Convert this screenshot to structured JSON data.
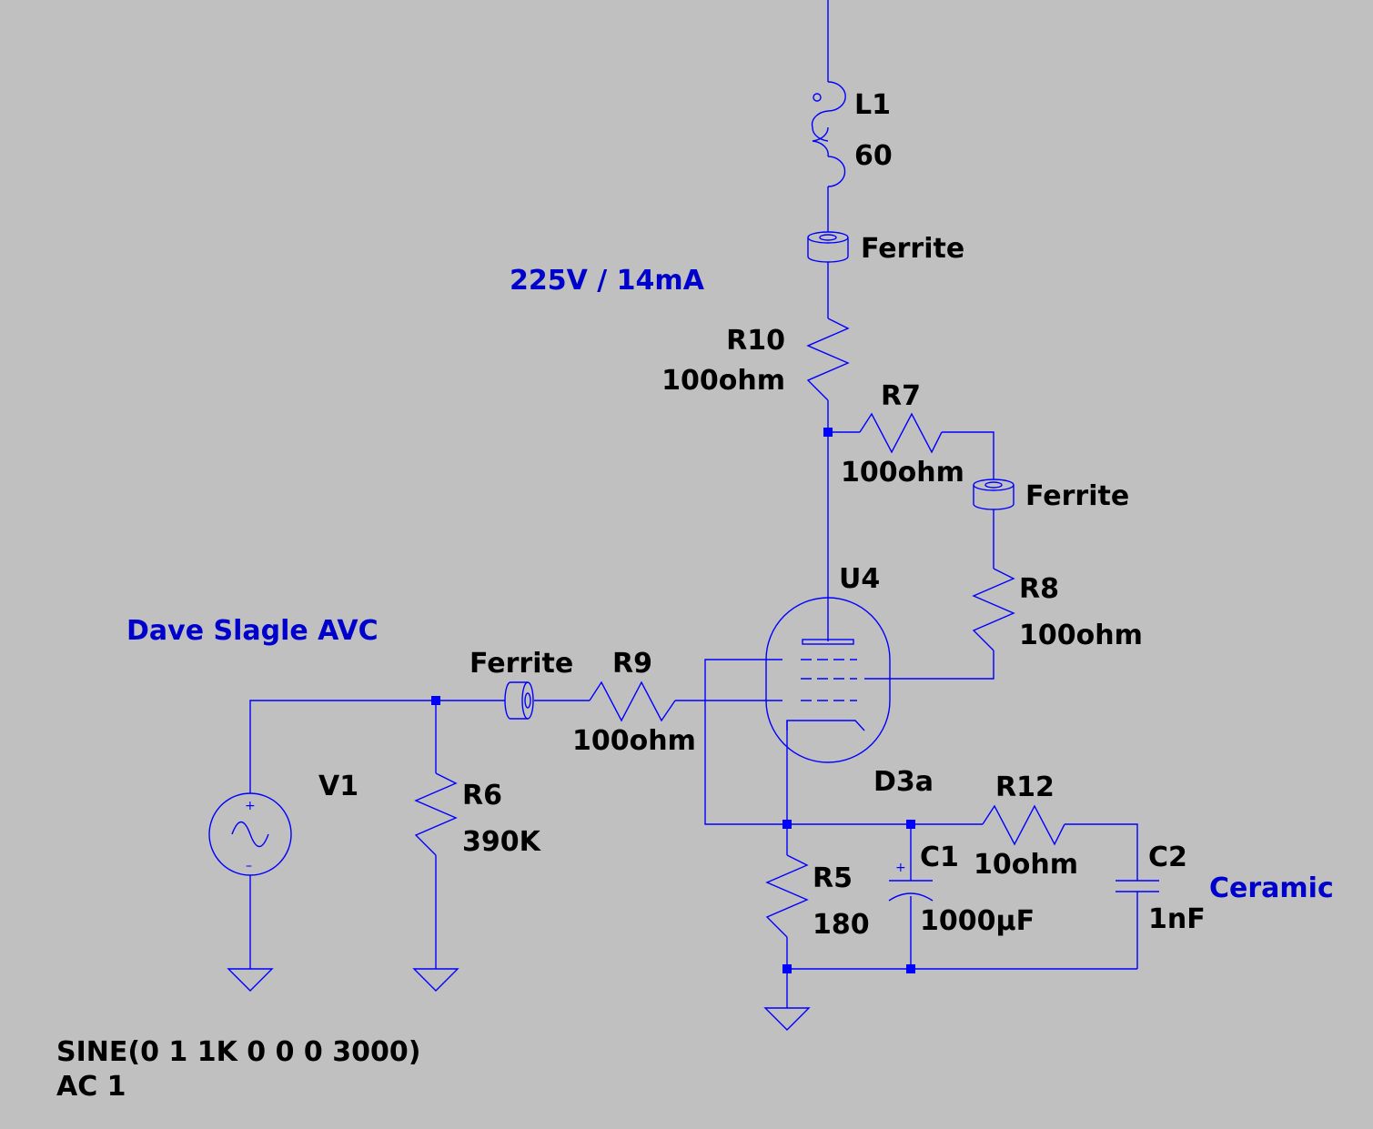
{
  "notes": {
    "supply": "225V / 14mA",
    "avc": "Dave Slagle AVC",
    "ceramic": "Ceramic"
  },
  "components": {
    "L1": {
      "ref": "L1",
      "value": "60"
    },
    "ferrite_top": {
      "label": "Ferrite"
    },
    "R10": {
      "ref": "R10",
      "value": "100ohm"
    },
    "R7": {
      "ref": "R7",
      "value": "100ohm"
    },
    "ferrite_right": {
      "label": "Ferrite"
    },
    "R8": {
      "ref": "R8",
      "value": "100ohm"
    },
    "U4": {
      "ref": "U4",
      "value": "D3a"
    },
    "ferrite_left": {
      "label": "Ferrite"
    },
    "R9": {
      "ref": "R9",
      "value": "100ohm"
    },
    "V1": {
      "ref": "V1"
    },
    "R6": {
      "ref": "R6",
      "value": "390K"
    },
    "R5": {
      "ref": "R5",
      "value": "180"
    },
    "C1": {
      "ref": "C1",
      "value": "1000µF"
    },
    "R12": {
      "ref": "R12",
      "value": "10ohm"
    },
    "C2": {
      "ref": "C2",
      "value": "1nF"
    }
  },
  "spice": {
    "line1": "SINE(0 1 1K 0 0 0 3000)",
    "line2": "AC 1"
  },
  "colors": {
    "background": "#c0c0c0",
    "wire": "#0000ff",
    "label": "#000000",
    "note": "#0000cc"
  }
}
